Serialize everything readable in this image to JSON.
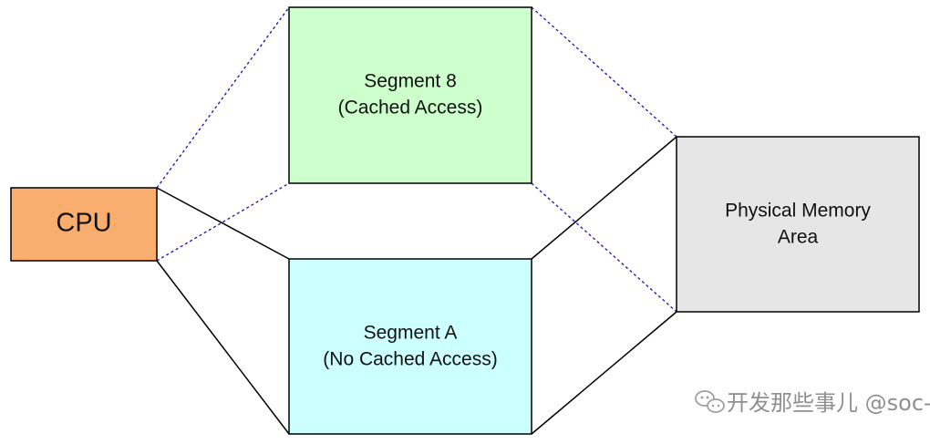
{
  "diagram": {
    "cpu": {
      "label": "CPU",
      "fill": "#F9AD6F"
    },
    "segment8": {
      "line1": "Segment 8",
      "line2": "(Cached Access)",
      "fill": "#CCFFCC"
    },
    "segmentA": {
      "line1": "Segment A",
      "line2": "(No Cached Access)",
      "fill": "#CCFFFF"
    },
    "memory": {
      "line1": "Physical Memory",
      "line2": "Area",
      "fill": "#E6E6E6"
    },
    "connectors": {
      "cached_line_color": "#1F1FB4",
      "cached_line_style": "dotted",
      "uncached_line_color": "#000000",
      "uncached_line_style": "solid"
    },
    "watermark": {
      "text": "开发那些事儿 @soc-ag"
    }
  }
}
